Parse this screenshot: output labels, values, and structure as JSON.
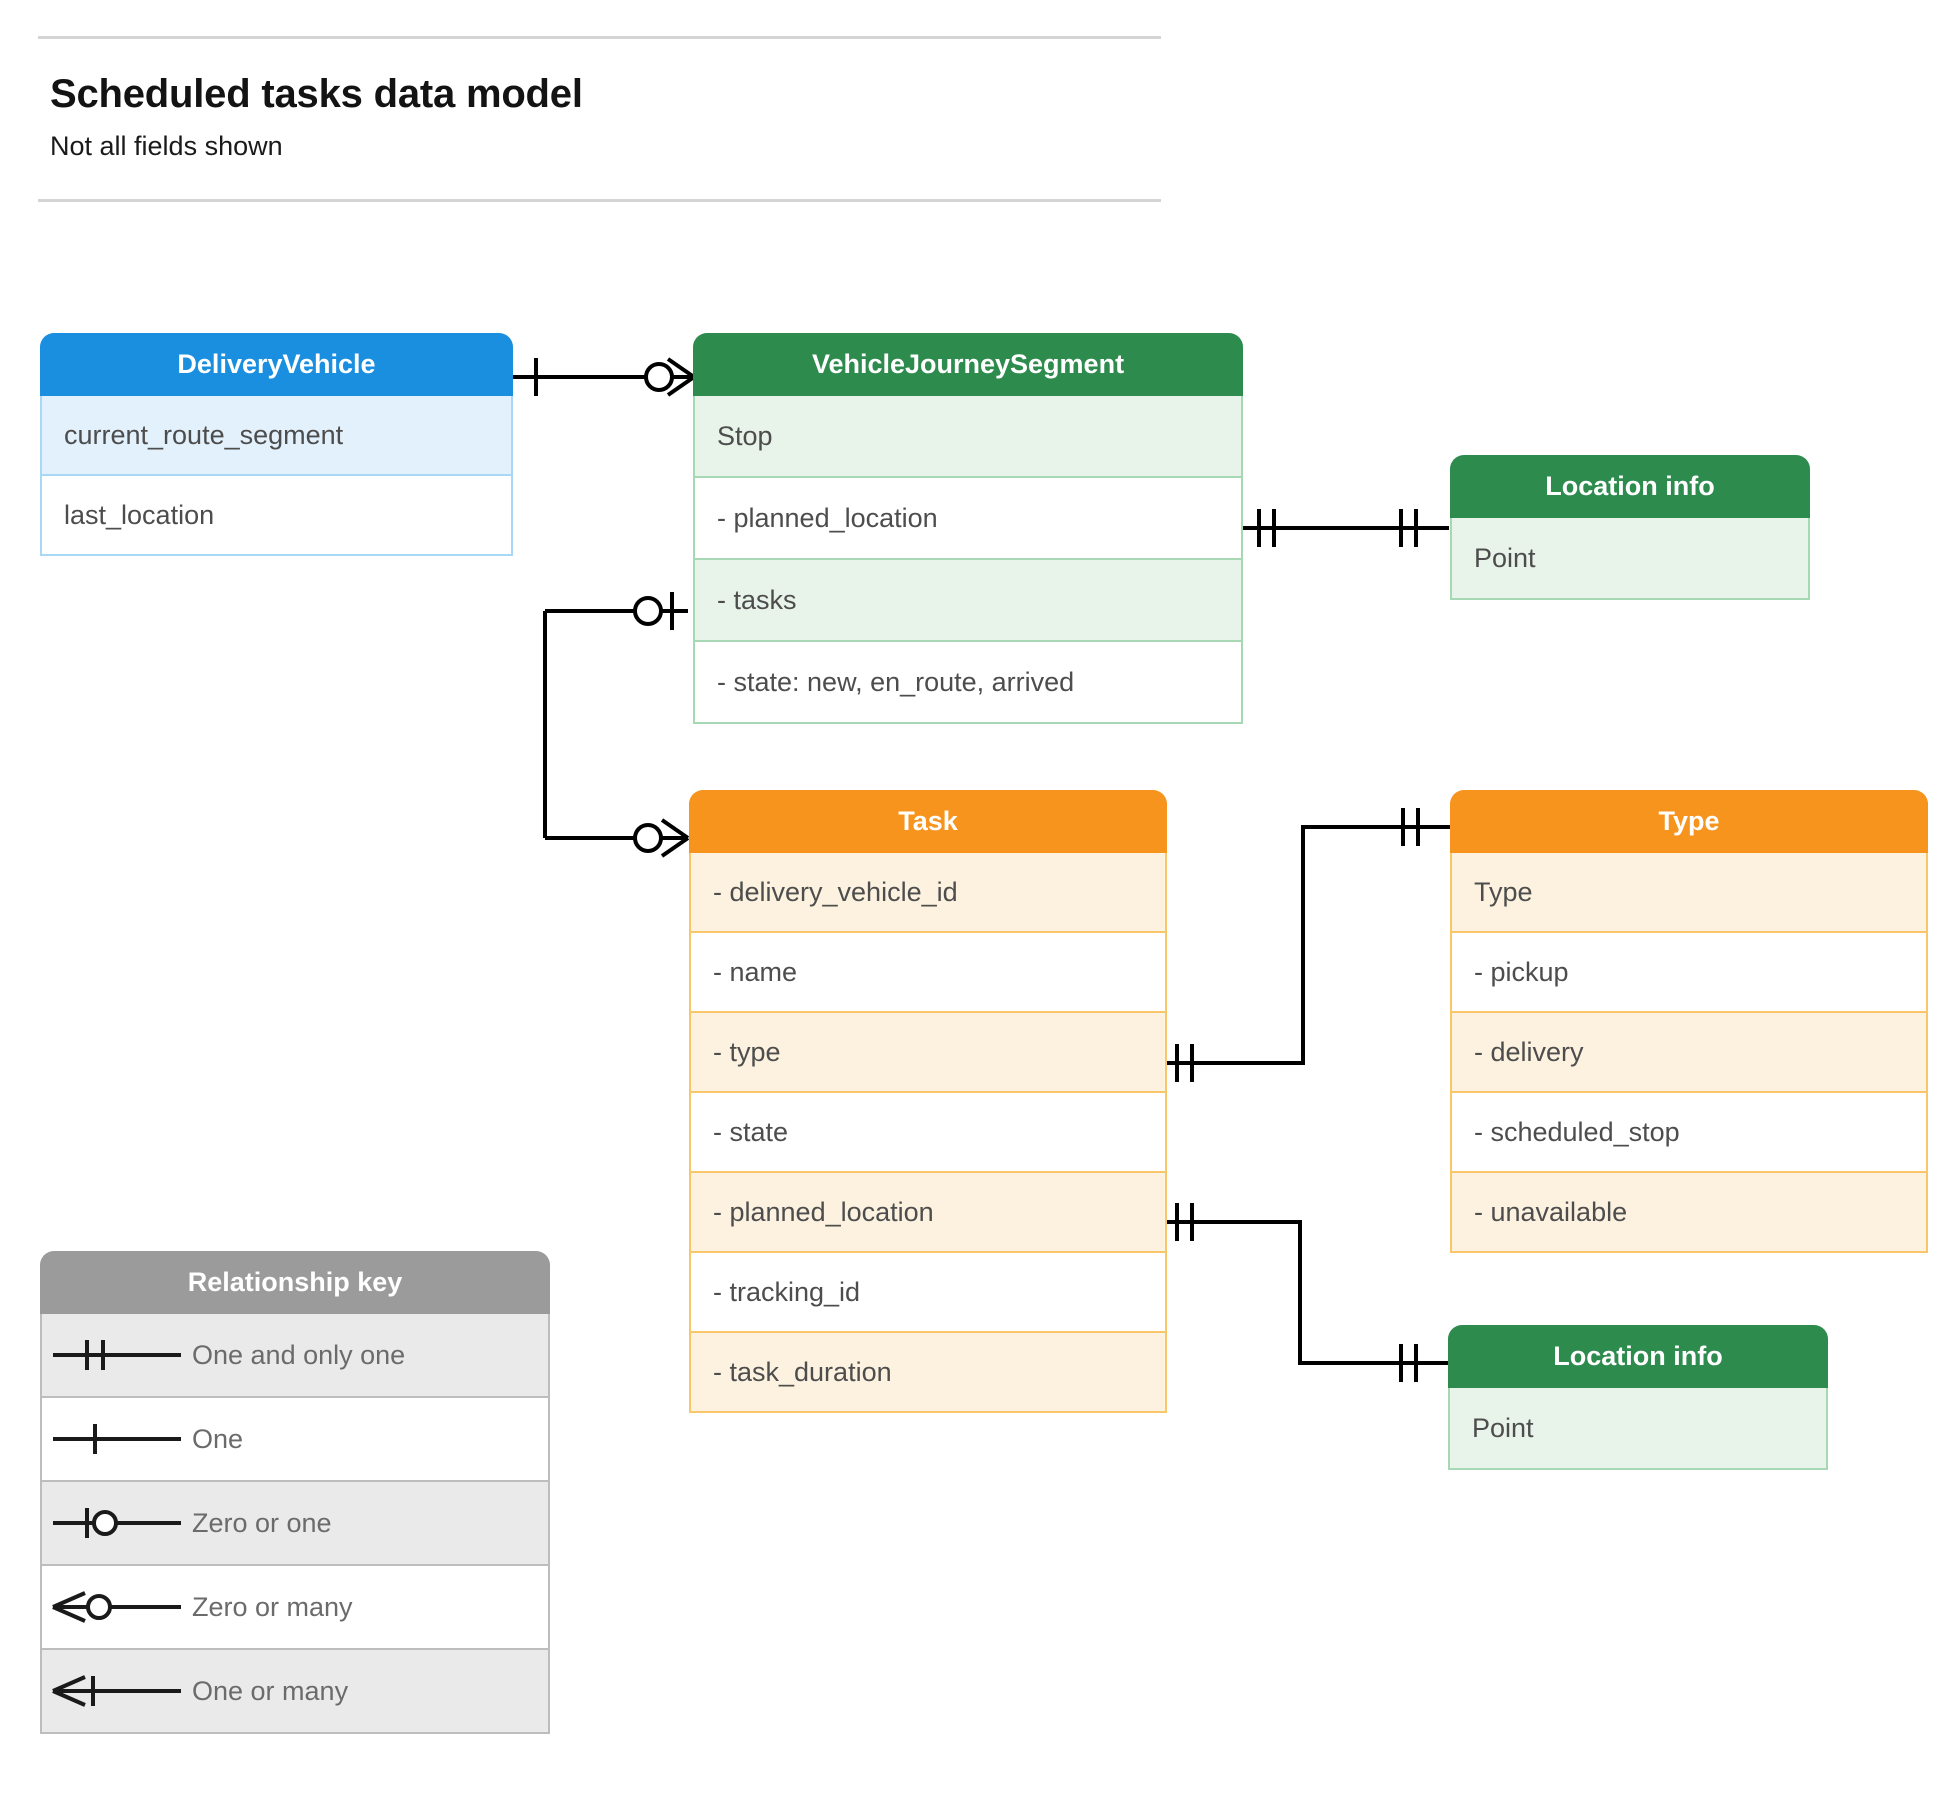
{
  "header": {
    "title": "Scheduled tasks data model",
    "subtitle": "Not all fields shown"
  },
  "colors": {
    "blue_header": "#1a8fe0",
    "blue_tint": "#e3f1fc",
    "blue_border": "#a8d8f5",
    "green_header": "#2e8b4e",
    "green_tint": "#e8f3ea",
    "green_border": "#a7d8b4",
    "orange_header": "#f7941e",
    "orange_tint": "#fdf2e0",
    "orange_border": "#f9c66a",
    "gray_header": "#9b9b9b",
    "gray_tint": "#eaeaea",
    "gray_border": "#bdbdbd",
    "connector": "#000000",
    "rule": "#d5d5d5"
  },
  "entities": {
    "delivery_vehicle": {
      "title": "DeliveryVehicle",
      "rows": [
        "current_route_segment",
        "last_location"
      ]
    },
    "vehicle_journey_segment": {
      "title": "VehicleJourneySegment",
      "rows": [
        "Stop",
        "-  planned_location",
        "- tasks",
        "- state: new, en_route, arrived"
      ]
    },
    "location_info_top": {
      "title": "Location info",
      "rows": [
        "Point"
      ]
    },
    "location_info_bottom": {
      "title": "Location info",
      "rows": [
        "Point"
      ]
    },
    "task": {
      "title": "Task",
      "rows": [
        "- delivery_vehicle_id",
        "- name",
        "- type",
        "- state",
        "- planned_location",
        "- tracking_id",
        "- task_duration"
      ]
    },
    "type": {
      "title": "Type",
      "rows": [
        "Type",
        "-   pickup",
        "-   delivery",
        "-   scheduled_stop",
        "-   unavailable"
      ]
    }
  },
  "legend": {
    "title": "Relationship key",
    "items": [
      {
        "symbol": "one-and-only-one",
        "label": "One and only one"
      },
      {
        "symbol": "one",
        "label": "One"
      },
      {
        "symbol": "zero-or-one",
        "label": "Zero or one"
      },
      {
        "symbol": "zero-or-many",
        "label": "Zero or many"
      },
      {
        "symbol": "one-or-many",
        "label": "One or many"
      }
    ]
  },
  "relationships": [
    {
      "from": "DeliveryVehicle",
      "from_cardinality": "one",
      "to": "VehicleJourneySegment",
      "to_cardinality": "zero-or-many"
    },
    {
      "from": "VehicleJourneySegment.planned_location",
      "from_cardinality": "one-and-only-one",
      "to": "Location info",
      "to_cardinality": "one-and-only-one"
    },
    {
      "from": "VehicleJourneySegment.tasks",
      "from_cardinality": "zero-or-one",
      "to": "Task",
      "to_cardinality": "zero-or-many"
    },
    {
      "from": "Task.type",
      "from_cardinality": "one-and-only-one",
      "to": "Type",
      "to_cardinality": "one-and-only-one"
    },
    {
      "from": "Task.planned_location",
      "from_cardinality": "one-and-only-one",
      "to": "Location info",
      "to_cardinality": "one-and-only-one"
    }
  ]
}
